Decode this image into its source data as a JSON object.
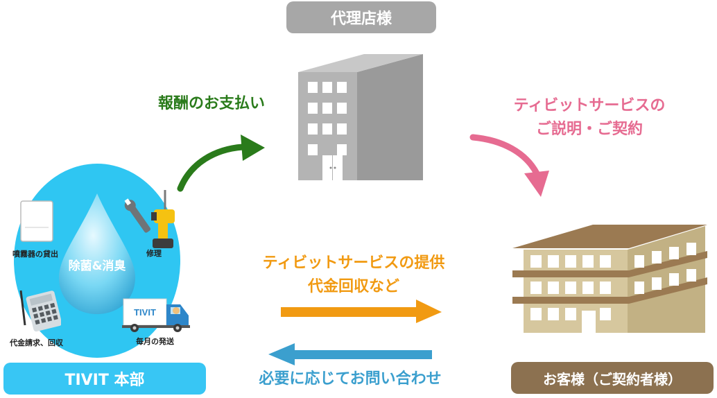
{
  "agency_label": "代理店様",
  "customer_label": "お客様（ご契約者様）",
  "hq_label": "TIVIT 本部",
  "pay_label": "報酬のお支払い",
  "explain_label": [
    "ティビットサービスの",
    "ご説明・ご契約"
  ],
  "service_label": [
    "ティビットサービスの提供",
    "代金回収など"
  ],
  "inquiry_label": "必要に応じてお問い合わせ",
  "drop_text": "除菌&消臭",
  "items": {
    "sprayer": "噴霧器の貸出",
    "repair": "修理",
    "billing": "代金請求、回収",
    "shipping": "毎月の発送"
  },
  "truck_logo": "TIVIT",
  "colors": {
    "agency_pill": "#a7a7a7",
    "customer_pill": "#8c7150",
    "hq_pill": "#38c6f4",
    "hq_circle": "#2fc6f2",
    "pay_arrow": "#2a7b1b",
    "explain_arrow": "#e66b91",
    "service_arrow": "#f19a12",
    "inquiry_arrow": "#3b9fce"
  }
}
